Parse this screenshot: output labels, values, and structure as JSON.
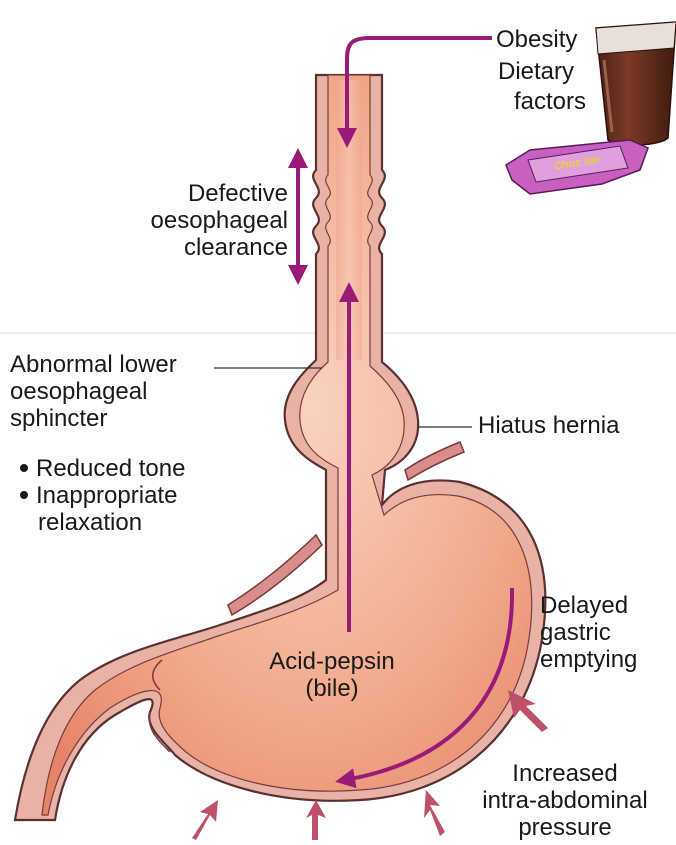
{
  "labels": {
    "obesity": "Obesity",
    "dietary": "Dietary",
    "factors": "factors",
    "choc_bar": "Choc bar",
    "defective": [
      "Defective",
      "oesophageal",
      "clearance"
    ],
    "abnormal": [
      "Abnormal lower",
      "oesophageal",
      "sphincter"
    ],
    "bullets": [
      "Reduced tone",
      "Inappropriate",
      "relaxation"
    ],
    "hiatus": "Hiatus hernia",
    "delayed": [
      "Delayed",
      "gastric",
      "emptying"
    ],
    "acid": [
      "Acid-pepsin",
      "(bile)"
    ],
    "increased": [
      "Increased",
      "intra-abdominal",
      "pressure"
    ]
  },
  "colors": {
    "organ_fill": "#f2a98c",
    "organ_light": "#f7c8b2",
    "wall": "#e9b0a2",
    "outline": "#5a3030",
    "arrow_purple": "#9a1a7a",
    "pressure_arrow": "#c0506a",
    "glass": "#6b3322",
    "wrapper": "#c860c0"
  },
  "icons": [
    "glass-icon",
    "chocolate-bar-icon"
  ]
}
